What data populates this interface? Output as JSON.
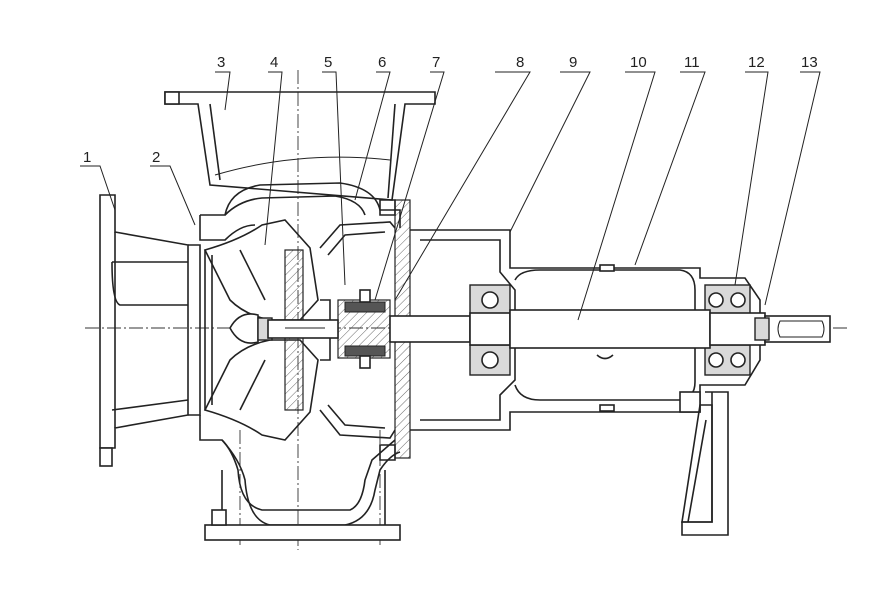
{
  "diagram": {
    "callouts": [
      {
        "id": "1",
        "label": "1"
      },
      {
        "id": "2",
        "label": "2"
      },
      {
        "id": "3",
        "label": "3"
      },
      {
        "id": "4",
        "label": "4"
      },
      {
        "id": "5",
        "label": "5"
      },
      {
        "id": "6",
        "label": "6"
      },
      {
        "id": "7",
        "label": "7"
      },
      {
        "id": "8",
        "label": "8"
      },
      {
        "id": "9",
        "label": "9"
      },
      {
        "id": "10",
        "label": "10"
      },
      {
        "id": "11",
        "label": "11"
      },
      {
        "id": "12",
        "label": "12"
      },
      {
        "id": "13",
        "label": "13"
      }
    ],
    "colors": {
      "line": "#222222",
      "background": "#ffffff",
      "shade": "#d9d9d9"
    }
  }
}
